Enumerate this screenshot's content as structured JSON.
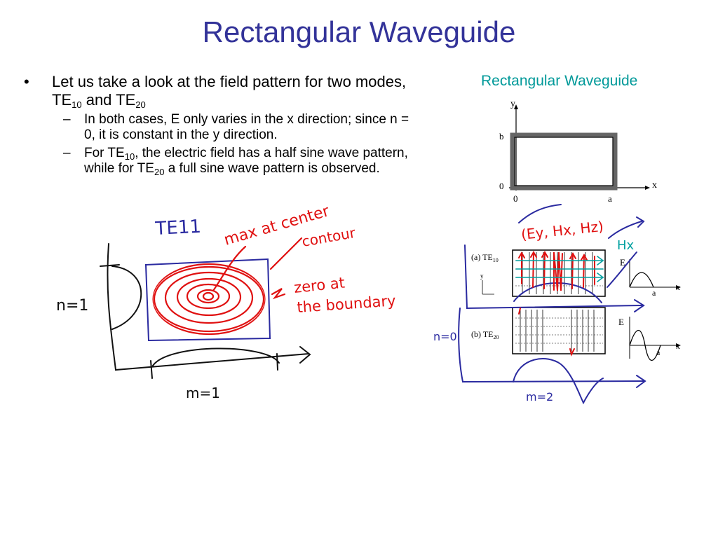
{
  "title": "Rectangular Waveguide",
  "bullet1": {
    "text_a": "Let us take a look at the field pattern for two modes, TE",
    "sub_a": "10",
    "text_b": " and TE",
    "sub_b": "20"
  },
  "sub1": {
    "text": "In both cases, E only varies in the x direction; since n = 0, it is constant in the y direction."
  },
  "sub2": {
    "text_a": "For TE",
    "sub_a": "10",
    "text_b": ", the electric field has a half sine wave pattern, while for TE",
    "sub_b": "20",
    "text_c": " a full sine wave pattern is observed."
  },
  "figure": {
    "title": "Rectangular Waveguide",
    "axis_y": "y",
    "axis_x": "x",
    "label_b": "b",
    "label_0_left": "0",
    "label_0_bottom": "0",
    "label_a": "a",
    "te10_label": "(a) TE",
    "te10_sub": "10",
    "te20_label": "(b) TE",
    "te20_sub": "20",
    "small_y": "y",
    "plot1_e": "E",
    "plot1_a": "a",
    "plot1_x": "x",
    "plot2_e": "E",
    "plot2_a": "a",
    "plot2_x": "x"
  },
  "annotations": {
    "te11": "TE11",
    "max_at_center": "max at center",
    "contour": "contour",
    "zero_at": "zero at",
    "the_boundary": "the boundary",
    "n_eq_1": "n=1",
    "m_eq_1": "m=1",
    "fields": "(Ey, Hx, Hz)",
    "hx": "Hx",
    "n_eq_0": "n=0",
    "m_eq_2": "m=2"
  },
  "colors": {
    "title": "#333399",
    "side_title": "#009999",
    "ink_red": "#e01010",
    "ink_blue": "#2a2aa0",
    "ink_teal": "#00a0a0"
  }
}
